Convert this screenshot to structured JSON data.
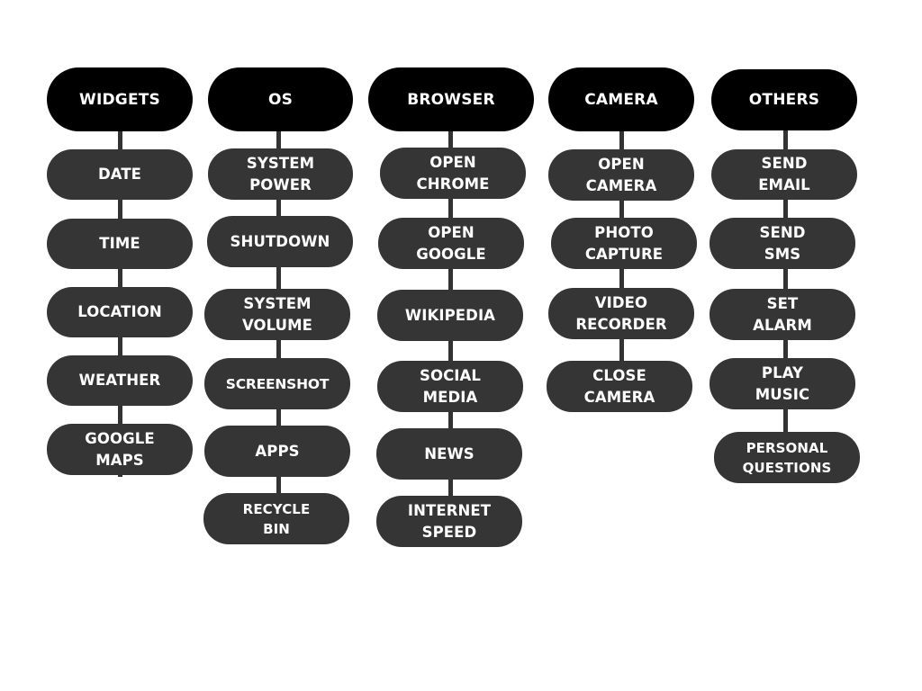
{
  "categories": [
    {
      "id": "widgets",
      "title": "WIDGETS",
      "items": [
        "DATE",
        "TIME",
        "LOCATION",
        "WEATHER",
        "GOOGLE\nMAPS"
      ]
    },
    {
      "id": "os",
      "title": "OS",
      "items": [
        "SYSTEM\nPOWER",
        "SHUTDOWN",
        "SYSTEM\nVOLUME",
        "SCREENSHOT",
        "APPS",
        "RECYCLE\nBIN"
      ]
    },
    {
      "id": "browser",
      "title": "BROWSER",
      "items": [
        "OPEN\nCHROME",
        "OPEN\nGOOGLE",
        "WIKIPEDIA",
        "SOCIAL\nMEDIA",
        "NEWS",
        "INTERNET\nSPEED"
      ]
    },
    {
      "id": "camera",
      "title": "CAMERA",
      "items": [
        "OPEN\nCAMERA",
        "PHOTO\nCAPTURE",
        "VIDEO\nRECORDER",
        "CLOSE\nCAMERA"
      ]
    },
    {
      "id": "others",
      "title": "OTHERS",
      "items": [
        "SEND\nEMAIL",
        "SEND\nSMS",
        "SET\nALARM",
        "PLAY\nMUSIC",
        "PERSONAL\nQUESTIONS"
      ]
    }
  ],
  "colors": {
    "header_fill": "#000000",
    "item_fill": "#353535",
    "connector": "#333333",
    "text": "#ffffff",
    "background": "#ffffff"
  }
}
